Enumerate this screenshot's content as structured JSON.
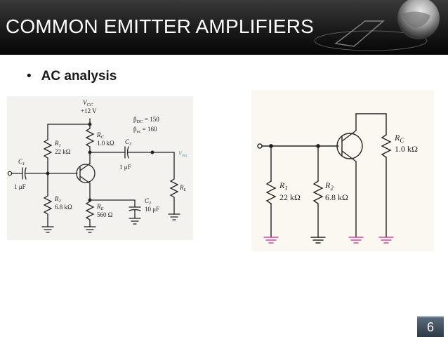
{
  "slide": {
    "title": "COMMON EMITTER AMPLIFIERS",
    "bullet_symbol": "•",
    "bullet_text": "AC analysis",
    "page_number": "6"
  },
  "left_circuit": {
    "vcc_label": "V",
    "vcc_sub": "CC",
    "vcc_value": "+12 V",
    "beta_dc": "β",
    "beta_dc_sub": "DC",
    "beta_dc_value": " = 150",
    "beta_ac": "β",
    "beta_ac_sub": "ac",
    "beta_ac_value": " = 160",
    "r1_name": "R",
    "r1_sub": "1",
    "r1_value": "22 kΩ",
    "r2_name": "R",
    "r2_sub": "2",
    "r2_value": "6.8 kΩ",
    "rc_name": "R",
    "rc_sub": "C",
    "rc_value": "1.0 kΩ",
    "re_name": "R",
    "re_sub": "E",
    "re_value": "560 Ω",
    "rl_name": "R",
    "rl_sub": "L",
    "c1_name": "C",
    "c1_sub": "1",
    "c1_value": "1 μF",
    "c2_name": "C",
    "c2_sub": "2",
    "c2_value": "10 μF",
    "c3_name": "C",
    "c3_sub": "3",
    "c3_value": "1 μF",
    "vout_label": "V",
    "vout_sub": "out",
    "colors": {
      "output_label": "#4fa3a3"
    }
  },
  "right_circuit": {
    "r1_name": "R",
    "r1_sub": "1",
    "r1_value": "22 kΩ",
    "r2_name": "R",
    "r2_sub": "2",
    "r2_value": "6.8 kΩ",
    "rc_name": "R",
    "rc_sub": "C",
    "rc_value": "1.0 kΩ",
    "colors": {
      "ground": "#e0409a"
    }
  }
}
